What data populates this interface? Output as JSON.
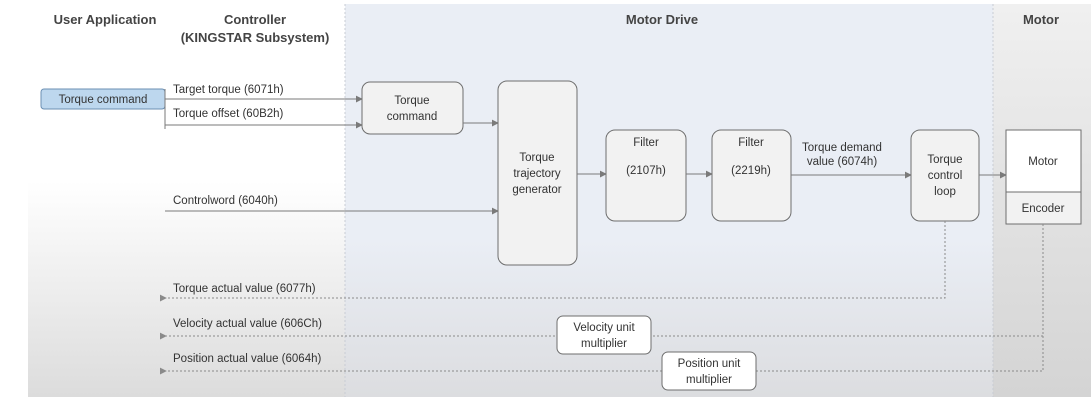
{
  "headers": {
    "user_application": "User Application",
    "controller_line1": "Controller",
    "controller_line2": "(KINGSTAR Subsystem)",
    "motor_drive": "Motor Drive",
    "motor": "Motor"
  },
  "blocks": {
    "torque_command_input": "Torque command",
    "torque_command": [
      "Torque",
      "command"
    ],
    "trajectory_generator": [
      "Torque",
      "trajectory",
      "generator"
    ],
    "filter1": [
      "Filter",
      "(2107h)"
    ],
    "filter2": [
      "Filter",
      "(2219h)"
    ],
    "torque_control_loop": [
      "Torque",
      "control",
      "loop"
    ],
    "motor": "Motor",
    "encoder": "Encoder",
    "velocity_unit_multiplier": [
      "Velocity unit",
      "multiplier"
    ],
    "position_unit_multiplier": [
      "Position unit",
      "multiplier"
    ]
  },
  "signals": {
    "target_torque": "Target torque (6071h)",
    "torque_offset": "Torque offset (60B2h)",
    "controlword": "Controlword (6040h)",
    "torque_demand": [
      "Torque demand",
      "value (6074h)"
    ],
    "torque_actual": "Torque actual value (6077h)",
    "velocity_actual": "Velocity actual value (606Ch)",
    "position_actual": "Position actual value (6064h)"
  },
  "colors": {
    "motor_drive_bg": "#e9eef5",
    "motor_bg": "#ededed",
    "command_box": "#bdd7ee"
  }
}
